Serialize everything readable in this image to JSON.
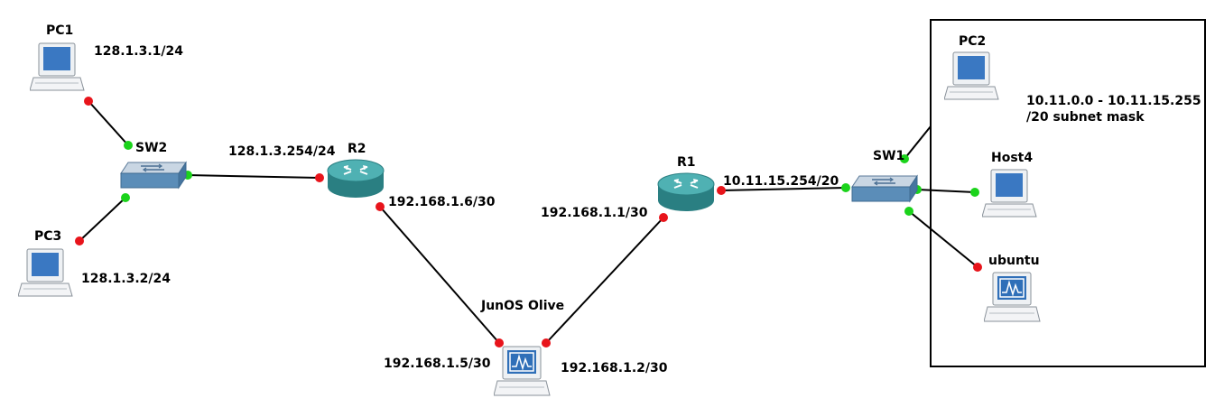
{
  "nodes": {
    "pc1": {
      "name": "PC1",
      "ip": "128.1.3.1/24"
    },
    "pc2": {
      "name": "PC2"
    },
    "pc3": {
      "name": "PC3",
      "ip": "128.1.3.2/24"
    },
    "host4": {
      "name": "Host4"
    },
    "ubuntu": {
      "name": "ubuntu"
    },
    "sw1": {
      "name": "SW1"
    },
    "sw2": {
      "name": "SW2"
    },
    "r1": {
      "name": "R1",
      "ip_left": "192.168.1.1/30",
      "ip_right": "10.11.15.254/20"
    },
    "r2": {
      "name": "R2",
      "ip_left": "128.1.3.254/24",
      "ip_right": "192.168.1.6/30"
    },
    "junos": {
      "name": "JunOS Olive",
      "ip_left": "192.168.1.5/30",
      "ip_right": "192.168.1.2/30"
    }
  },
  "subnet_note": {
    "line1": "10.11.0.0 - 10.11.15.255",
    "line2": "/20 subnet mask"
  },
  "colors": {
    "link_up": "#1bd31b",
    "link_down": "#e8141b",
    "router": "#2e8b8d",
    "switch": "#5b8db8"
  }
}
